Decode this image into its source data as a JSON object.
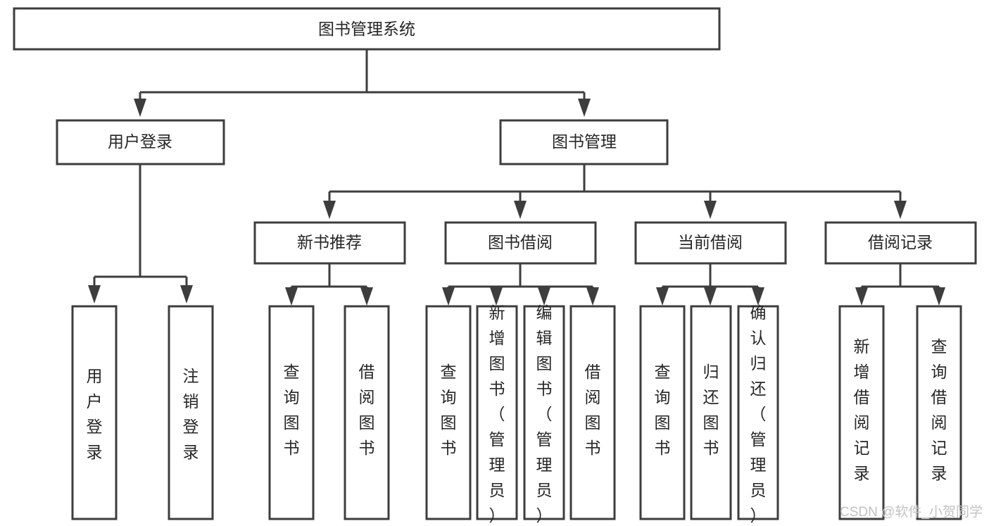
{
  "diagram": {
    "title": "图书管理系统",
    "type": "tree-hierarchy",
    "root": {
      "id": "root",
      "label": "图书管理系统",
      "orientation": "horizontal"
    },
    "level1": [
      {
        "id": "user-login",
        "label": "用户登录",
        "orientation": "horizontal"
      },
      {
        "id": "book-management",
        "label": "图书管理",
        "orientation": "horizontal"
      }
    ],
    "level2": [
      {
        "id": "new-book-recommend",
        "label": "新书推荐",
        "orientation": "horizontal",
        "parent": "book-management"
      },
      {
        "id": "book-borrow",
        "label": "图书借阅",
        "orientation": "horizontal",
        "parent": "book-management"
      },
      {
        "id": "current-borrow",
        "label": "当前借阅",
        "orientation": "horizontal",
        "parent": "book-management"
      },
      {
        "id": "borrow-record",
        "label": "借阅记录",
        "orientation": "horizontal",
        "parent": "book-management"
      }
    ],
    "leaves": [
      {
        "id": "leaf-user-login",
        "label": "用户登录",
        "orientation": "vertical",
        "parent": "user-login"
      },
      {
        "id": "leaf-logout",
        "label": "注销登录",
        "orientation": "vertical",
        "parent": "user-login"
      },
      {
        "id": "leaf-query-book-1",
        "label": "查询图书",
        "orientation": "vertical",
        "parent": "new-book-recommend"
      },
      {
        "id": "leaf-borrow-book-1",
        "label": "借阅图书",
        "orientation": "vertical",
        "parent": "new-book-recommend"
      },
      {
        "id": "leaf-query-book-2",
        "label": "查询图书",
        "orientation": "vertical",
        "parent": "book-borrow"
      },
      {
        "id": "leaf-add-book",
        "label": "新增图书（管理员）",
        "orientation": "vertical",
        "parent": "book-borrow"
      },
      {
        "id": "leaf-edit-book",
        "label": "编辑图书（管理员）",
        "orientation": "vertical",
        "parent": "book-borrow"
      },
      {
        "id": "leaf-borrow-book-2",
        "label": "借阅图书",
        "orientation": "vertical",
        "parent": "book-borrow"
      },
      {
        "id": "leaf-query-book-3",
        "label": "查询图书",
        "orientation": "vertical",
        "parent": "current-borrow"
      },
      {
        "id": "leaf-return-book",
        "label": "归还图书",
        "orientation": "vertical",
        "parent": "current-borrow"
      },
      {
        "id": "leaf-confirm-return",
        "label": "确认归还（管理员）",
        "orientation": "vertical",
        "parent": "current-borrow"
      },
      {
        "id": "leaf-add-record",
        "label": "新增借阅记录",
        "orientation": "vertical",
        "parent": "borrow-record"
      },
      {
        "id": "leaf-query-record",
        "label": "查询借阅记录",
        "orientation": "vertical",
        "parent": "borrow-record"
      }
    ],
    "colors": {
      "box_stroke": "#3d3d3d",
      "box_fill": "#ffffff",
      "text": "#262626",
      "connector": "#3d3d3d",
      "background": "#ffffff",
      "watermark": "#c2c2c2"
    }
  },
  "watermark": {
    "text": "CSDN @软件_小贺同学"
  }
}
